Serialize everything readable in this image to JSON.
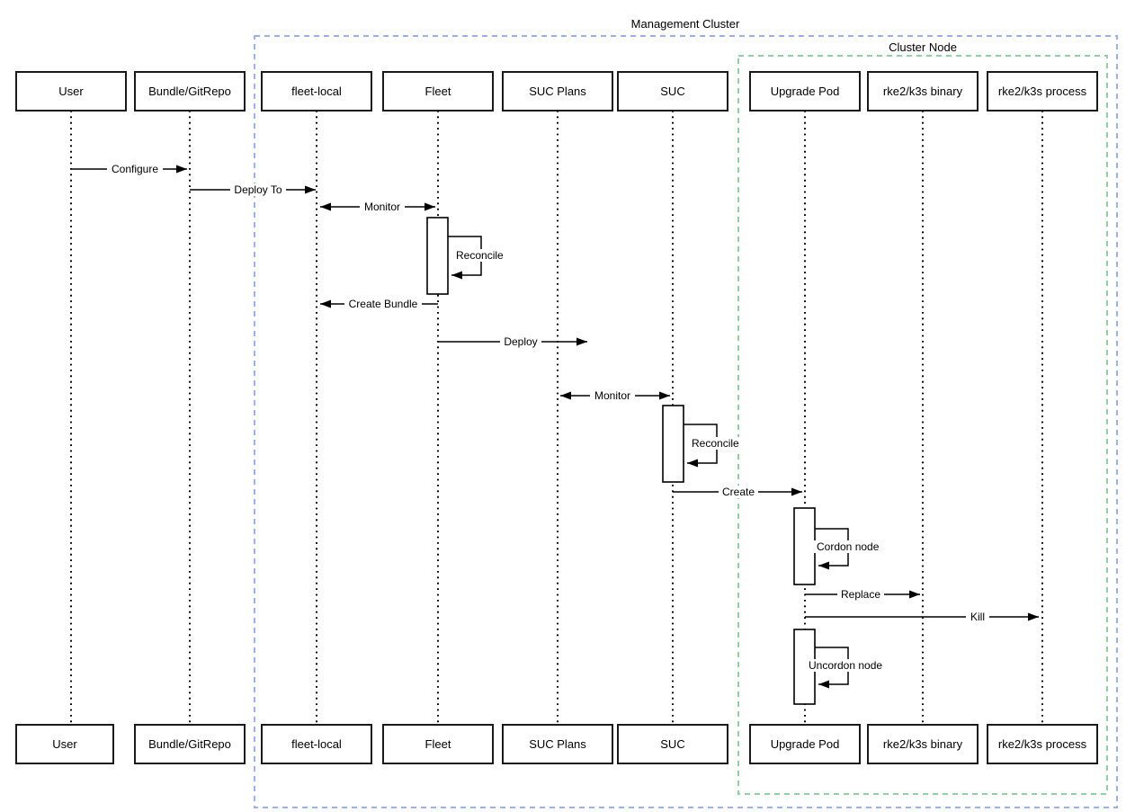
{
  "frames": {
    "management": {
      "label": "Management Cluster",
      "color": "#9ab1f2"
    },
    "cluster_node": {
      "label": "Cluster Node",
      "color": "#8fd1a3"
    }
  },
  "actors": {
    "user": "User",
    "bundle": "Bundle/GitRepo",
    "fleet_local": "fleet-local",
    "fleet": "Fleet",
    "suc_plans": "SUC Plans",
    "suc": "SUC",
    "upgrade_pod": "Upgrade Pod",
    "rke2_binary": "rke2/k3s binary",
    "rke2_process": "rke2/k3s process"
  },
  "messages": {
    "configure": "Configure",
    "deploy_to": "Deploy To",
    "monitor_fleet": "Monitor",
    "reconcile_fleet": "Reconcile",
    "create_bundle": "Create Bundle",
    "deploy": "Deploy",
    "monitor_suc": "Monitor",
    "reconcile_suc": "Reconcile",
    "create": "Create",
    "cordon_node": "Cordon node",
    "replace": "Replace",
    "kill": "Kill",
    "uncordon_node": "Uncordon node"
  }
}
